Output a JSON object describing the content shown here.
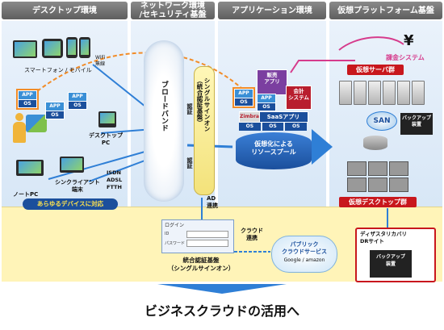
{
  "headers": {
    "desktop": "デスクトップ環境",
    "network": "ネットワーク環境\n/セキュリティ基盤",
    "app": "アプリケーション環境",
    "virtual": "仮想プラットフォーム基盤"
  },
  "desktop": {
    "smartphone_label": "スマートフォン / モバイル",
    "wifi_label": "WiFi\n無線",
    "desktop_pc_label": "デスクトップ\nPC",
    "notebook_label": "ノートPC",
    "thin_client_label": "シンクライアント\n端末",
    "lines_label": "ISDN\nADSL\nFTTH",
    "all_devices_label": "あらゆるデバイスに対応"
  },
  "network": {
    "broadband_label": "ブロードバンド",
    "auth_label_1": "認証",
    "auth_label_2": "認証",
    "sso_label": "シングルサインオン\n（統合認証基盤）",
    "ad_label": "AD\n連携"
  },
  "app": {
    "app_label": "APP",
    "os_label": "OS",
    "sales_app": "販売\nアプリ",
    "accounting_system": "会計\nシステム",
    "saas_app": "SaaSアプリ",
    "zimbra": "Zimbra",
    "pool_label": "仮想化による\nリソースプール"
  },
  "virtual": {
    "yen": "¥",
    "billing": "課金システム",
    "server_group": "仮想サーバ群",
    "san": "SAN",
    "backup_device": "バックアップ\n装置",
    "desktop_group": "仮想デスクトップ群",
    "dr_site": "ディザスタリカバリ\nDRサイト",
    "dr_backup": "バックアップ\n装置"
  },
  "bottom": {
    "login_title": "ログイン",
    "id_label": "ID",
    "password_label": "パスワード",
    "integrated_auth": "統合認証基盤\n（シングルサインオン）",
    "cloud_link": "クラウド\n連携",
    "public_cloud": "パブリック\nクラウドサービス",
    "providers": "Google / amazon"
  },
  "footer": {
    "title": "ビジネスクラウドの活用へ"
  },
  "colors": {
    "header_bg": "#6e6e6e",
    "band_blue": "#dbe9f8",
    "band_yellow": "#fff6c8",
    "accent_red": "#c8171d",
    "app_blue": "#3a8fd6",
    "arrow_blue": "#2f7fd6",
    "pink_arrow": "#d63b8c",
    "orange_dash": "#f28c28"
  }
}
